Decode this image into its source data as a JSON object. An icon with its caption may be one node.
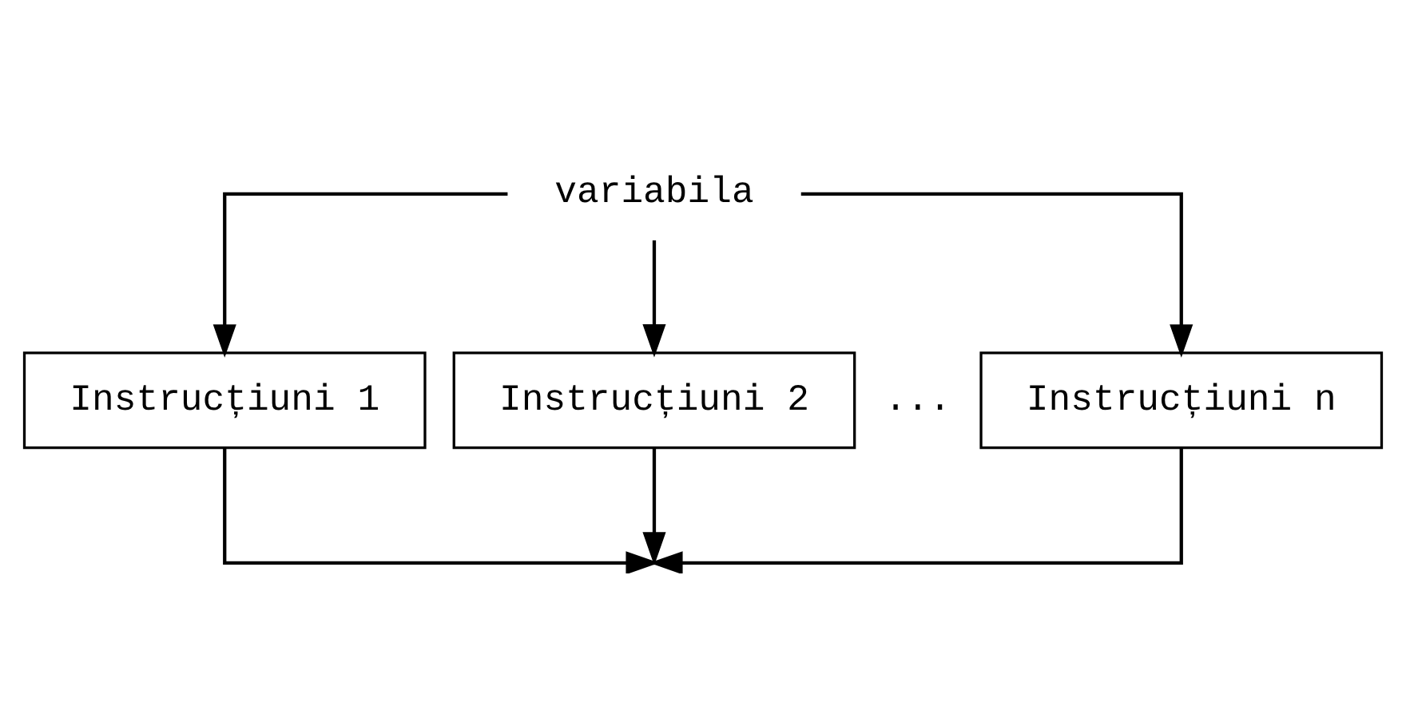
{
  "diagram": {
    "nodes": [
      {
        "text": [
          "variabila"
        ]
      },
      {
        "text": [
          "Instrucțiuni 1"
        ]
      },
      {
        "text": [
          "Instrucțiuni 2"
        ]
      },
      {
        "text": [
          "Instrucțiuni n"
        ]
      }
    ],
    "edges": [
      {
        "from": 0,
        "to": 1,
        "arrow": "to"
      },
      {
        "from": 0,
        "to": 2,
        "arrow": "to"
      },
      {
        "from": 0,
        "to": 3,
        "arrow": "to"
      },
      {
        "from": 1,
        "to": null,
        "arrow": "to"
      },
      {
        "from": 2,
        "to": null,
        "arrow": "to"
      },
      {
        "from": 3,
        "to": null,
        "arrow": "to"
      }
    ],
    "labels": [
      "..."
    ]
  }
}
